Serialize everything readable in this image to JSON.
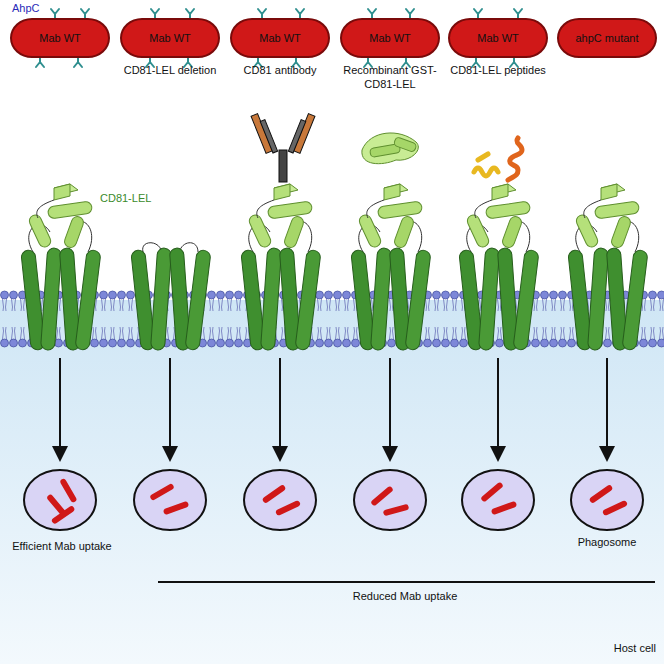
{
  "diagram": {
    "nodes": [
      {
        "text": [
          "Mab WT"
        ]
      },
      {
        "text": [
          "Mab WT"
        ]
      },
      {
        "text": [
          "Mab WT"
        ]
      },
      {
        "text": [
          "Mab WT"
        ]
      },
      {
        "text": [
          "Mab WT"
        ]
      },
      {
        "text": [
          "ahpC mutant"
        ]
      }
    ],
    "labels": [
      "AhpC",
      "CD81-LEL deletion",
      "CD81 antibody",
      "Recombinant GST-CD81-LEL",
      "CD81-LEL peptides",
      "CD81-LEL",
      "Efficient Mab uptake",
      "Reduced Mab uptake",
      "Phagosome",
      "Host cell"
    ]
  }
}
